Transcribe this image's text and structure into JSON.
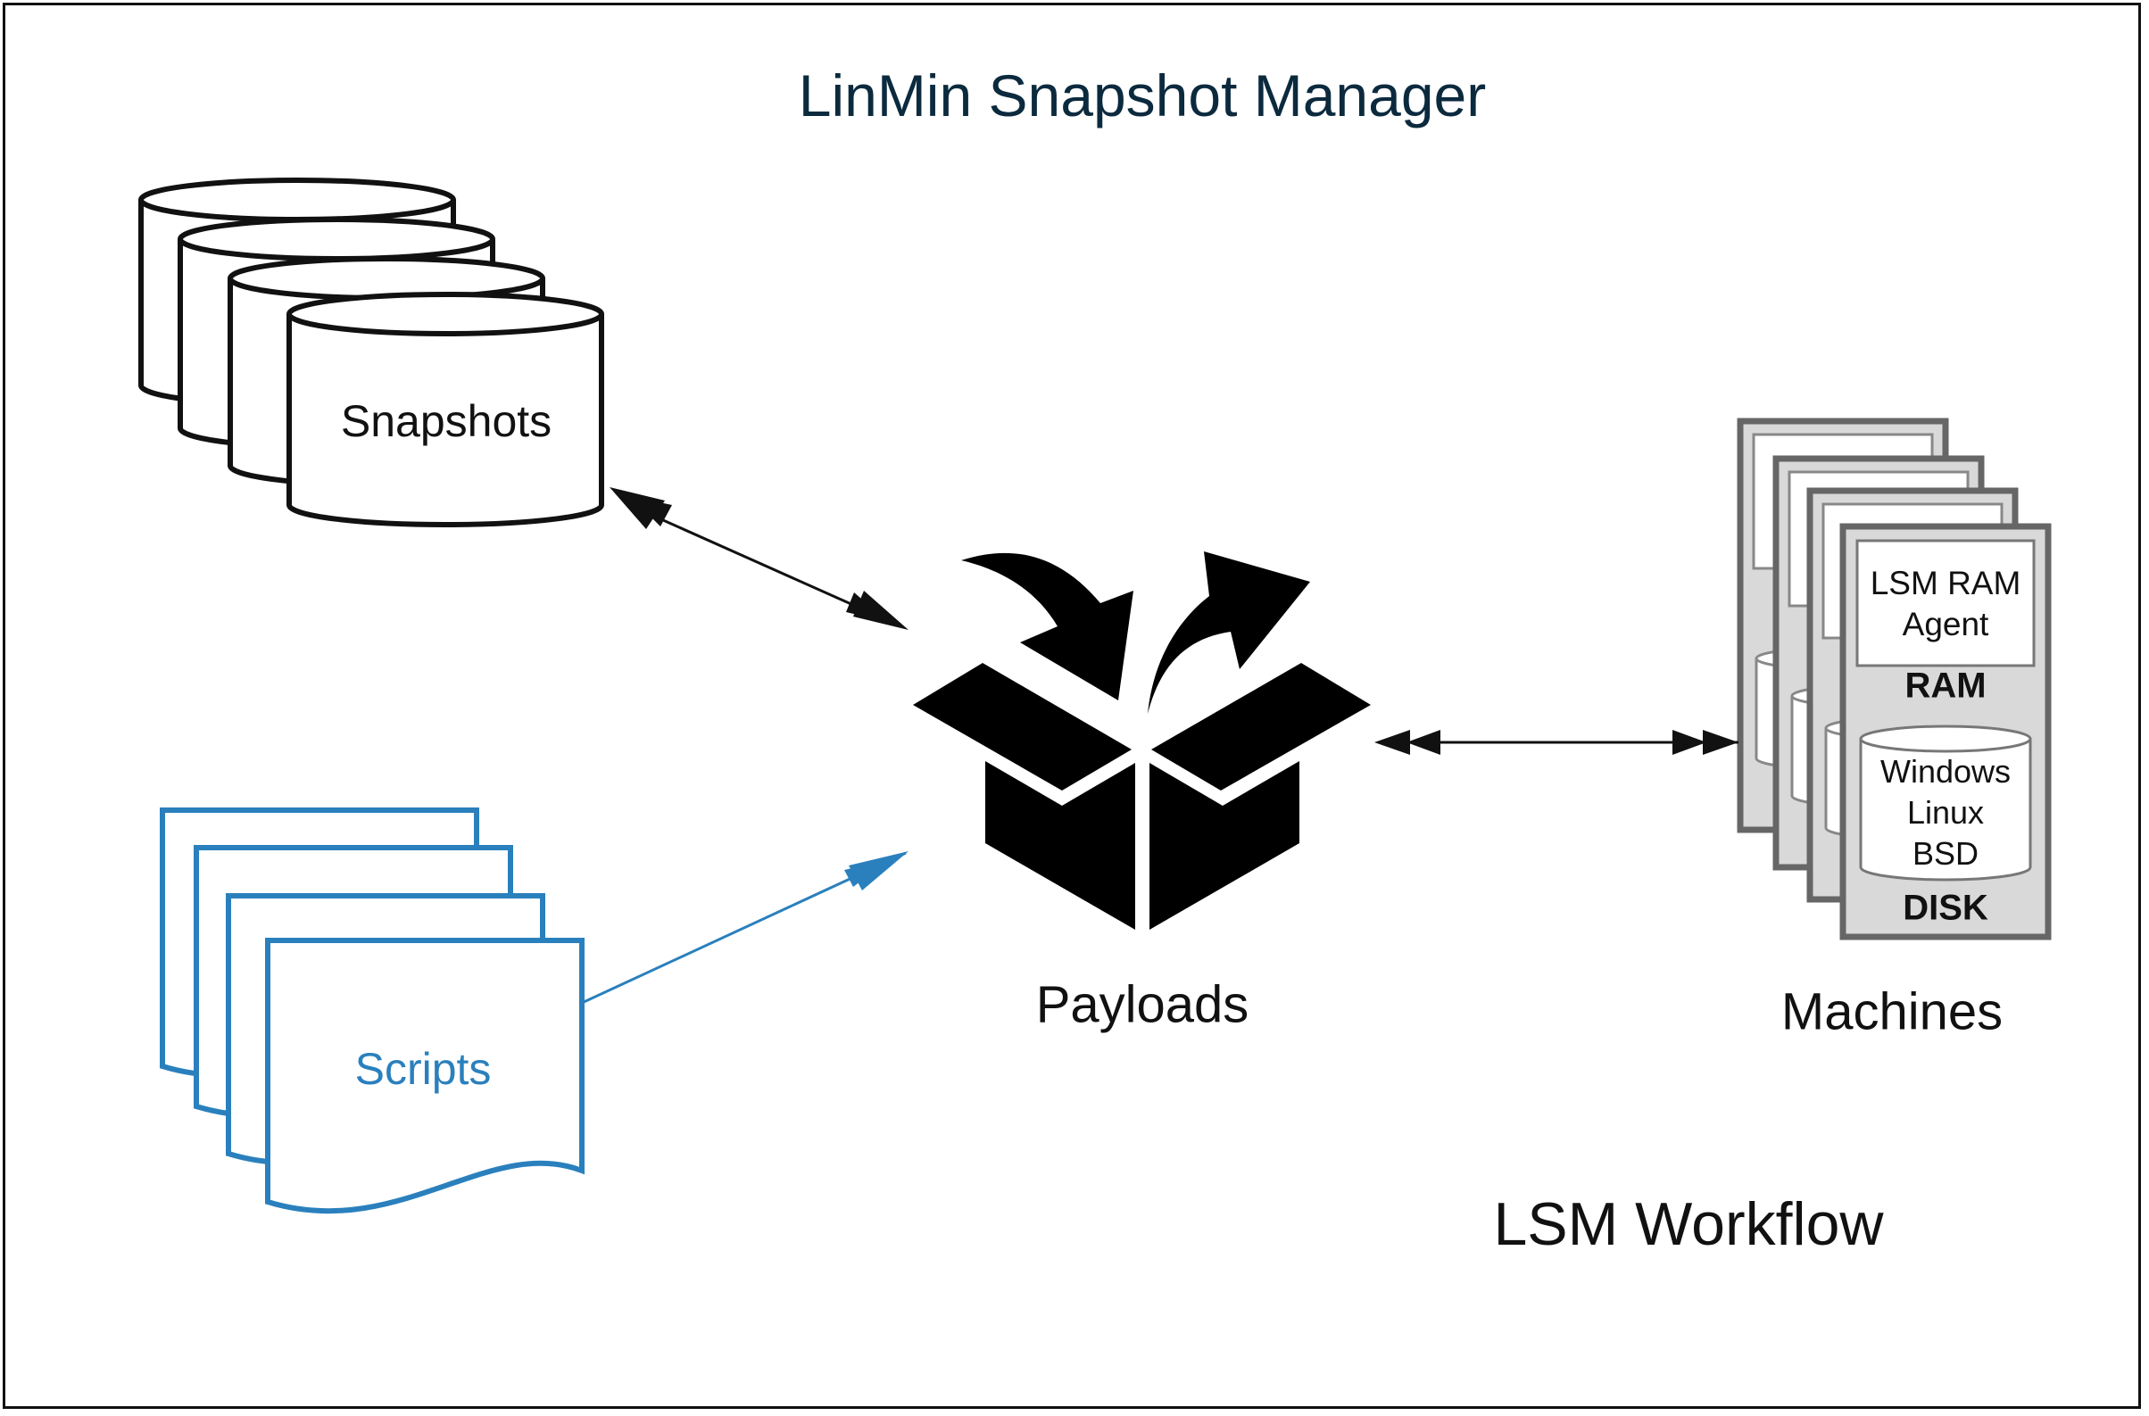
{
  "title": "LinMin Snapshot Manager",
  "nodes": {
    "snapshots": "Snapshots",
    "scripts": "Scripts",
    "payloads": "Payloads",
    "machines": "Machines"
  },
  "machine_detail": {
    "ram_agent": "LSM RAM\nAgent",
    "ram": "RAM",
    "os": "Windows\nLinux\nBSD",
    "disk": "DISK"
  },
  "footer": "LSM Workflow",
  "colors": {
    "title": "#0c2a3e",
    "scripts": "#2a80bd",
    "machine_fill": "#d9d9d9",
    "machine_border": "#666666"
  }
}
